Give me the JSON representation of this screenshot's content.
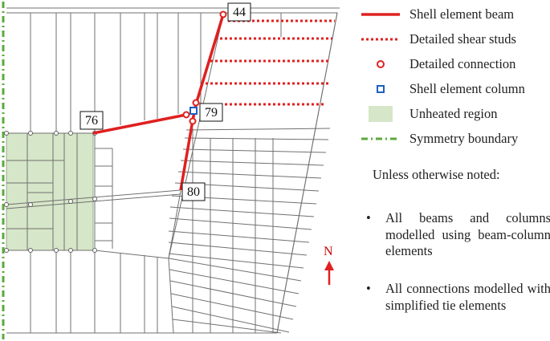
{
  "colors": {
    "shell_beam": "#e02020",
    "shear_studs": "#e02020",
    "connection": "#e02020",
    "shell_column": "#1f5fbf",
    "unheated_region": "#d6e6c8",
    "symmetry_boundary": "#5aaa3c",
    "grid_line": "#707070"
  },
  "nodes": {
    "n44": "44",
    "n76": "76",
    "n79": "79",
    "n80": "80"
  },
  "legend": {
    "shell_beam": "Shell element beam",
    "shear_studs": "Detailed shear studs",
    "connection": "Detailed connection",
    "shell_column": "Shell element column",
    "unheated": "Unheated region",
    "symmetry": "Symmetry boundary"
  },
  "notes": {
    "heading": "Unless otherwise noted:",
    "items": [
      "All beams and columns modelled using beam-column elements",
      "All connections modelled with simplified tie elements"
    ],
    "bullet": "•"
  },
  "north": {
    "label": "N",
    "icon": "north-arrow-icon"
  }
}
